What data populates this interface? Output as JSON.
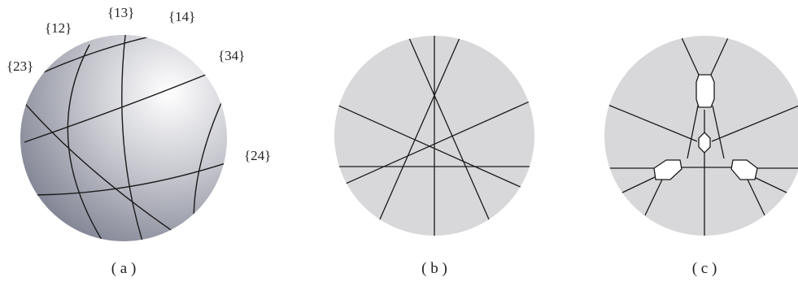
{
  "panels": {
    "a": {
      "caption": "( a )",
      "labels": {
        "l12": "{12}",
        "l13": "{13}",
        "l14": "{14}",
        "l23": "{23}",
        "l34": "{34}",
        "l24": "{24}"
      }
    },
    "b": {
      "caption": "( b )"
    },
    "c": {
      "caption": "( c )"
    }
  },
  "colors": {
    "sphere_highlight": "#ffffff",
    "sphere_shadow": "#7d8090",
    "disk_fill": "#d8d8da",
    "line": "#1a1a1a"
  }
}
